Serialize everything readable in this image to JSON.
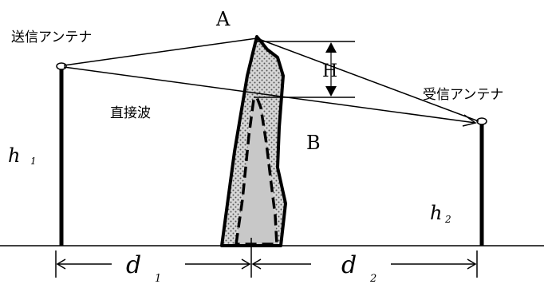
{
  "labels": {
    "tx_antenna": "送信アンテナ",
    "rx_antenna": "受信アンテナ",
    "direct_wave": "直接波",
    "point_a": "A",
    "point_b": "B",
    "height_diff": "H",
    "h1": "h",
    "h1_sub": "1",
    "h2": "h",
    "h2_sub": "2",
    "d1": "d",
    "d1_sub": "1",
    "d2": "d",
    "d2_sub": "2"
  },
  "colors": {
    "line": "#000000",
    "mountain_fill": "#c8c8c8",
    "background": "#ffffff"
  }
}
